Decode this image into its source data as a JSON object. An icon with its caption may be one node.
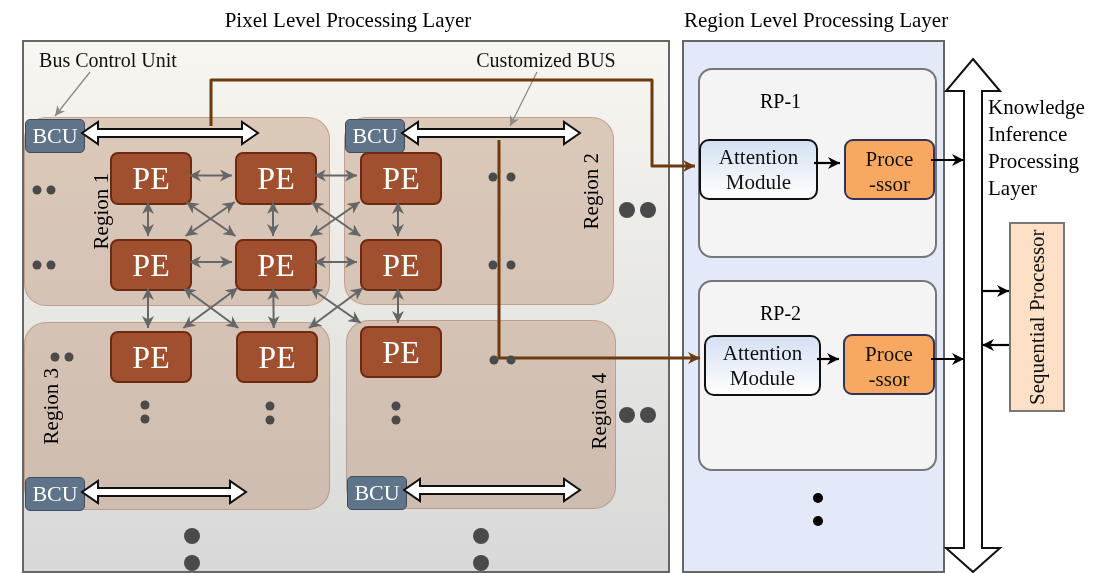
{
  "diagram": {
    "nodes": [
      {
        "text": [
          "Pixel Level Processing Layer"
        ]
      },
      {
        "text": [
          "Region 1"
        ],
        "in": 0
      },
      {
        "text": [
          "BCU"
        ],
        "in": 1
      },
      {
        "text": [
          "PE"
        ],
        "in": 1
      },
      {
        "text": [
          "PE"
        ],
        "in": 1
      },
      {
        "text": [
          "PE"
        ],
        "in": 1
      },
      {
        "text": [
          "PE"
        ],
        "in": 1
      },
      {
        "text": [
          "Region 2"
        ],
        "in": 0
      },
      {
        "text": [
          "BCU"
        ],
        "in": 7
      },
      {
        "text": [
          "PE"
        ],
        "in": 7
      },
      {
        "text": [
          "PE"
        ],
        "in": 7
      },
      {
        "text": [
          "Region 3"
        ],
        "in": 0
      },
      {
        "text": [
          "PE"
        ],
        "in": 11
      },
      {
        "text": [
          "PE"
        ],
        "in": 11
      },
      {
        "text": [
          "BCU"
        ],
        "in": 11
      },
      {
        "text": [
          "Region 4"
        ],
        "in": 0
      },
      {
        "text": [
          "PE"
        ],
        "in": 15
      },
      {
        "text": [
          "BCU"
        ],
        "in": 15
      },
      {
        "text": [
          "Region Level Processing Layer"
        ]
      },
      {
        "text": [
          "RP-1"
        ],
        "in": 18
      },
      {
        "text": [
          "Attention Module"
        ],
        "in": 19
      },
      {
        "text": [
          "Proce -ssor"
        ],
        "in": 19
      },
      {
        "text": [
          "RP-2"
        ],
        "in": 18
      },
      {
        "text": [
          "Attention Module"
        ],
        "in": 22
      },
      {
        "text": [
          "Proce -ssor"
        ],
        "in": 22
      },
      {
        "text": [
          "Knowledge Inference Processing Layer"
        ]
      },
      {
        "text": [
          "Sequential Processor"
        ]
      },
      {
        "text": [
          "Bus Control Unit"
        ],
        "in": 0
      },
      {
        "text": [
          "Customized BUS"
        ],
        "in": 0
      }
    ],
    "edges": [
      {
        "from": 27,
        "to": 2,
        "arrow": "to"
      },
      {
        "from": 28,
        "to": 7,
        "arrow": "to"
      },
      {
        "from": 2,
        "to": null,
        "arrow": "both",
        "style": "thick"
      },
      {
        "from": 8,
        "to": null,
        "arrow": "both",
        "style": "thick"
      },
      {
        "from": 14,
        "to": null,
        "arrow": "both",
        "style": "thick"
      },
      {
        "from": 17,
        "to": null,
        "arrow": "both",
        "style": "thick"
      },
      {
        "from": 3,
        "to": 4,
        "arrow": "both"
      },
      {
        "from": 3,
        "to": 5,
        "arrow": "both"
      },
      {
        "from": 4,
        "to": 6,
        "arrow": "both"
      },
      {
        "from": 5,
        "to": 6,
        "arrow": "both"
      },
      {
        "from": 3,
        "to": 6,
        "arrow": "both"
      },
      {
        "from": 4,
        "to": 5,
        "arrow": "both"
      },
      {
        "from": 4,
        "to": 9,
        "arrow": "both"
      },
      {
        "from": 6,
        "to": 10,
        "arrow": "both"
      },
      {
        "from": 4,
        "to": 10,
        "arrow": "both"
      },
      {
        "from": 6,
        "to": 9,
        "arrow": "both"
      },
      {
        "from": 9,
        "to": 10,
        "arrow": "both"
      },
      {
        "from": 5,
        "to": 12,
        "arrow": "both"
      },
      {
        "from": 6,
        "to": 13,
        "arrow": "both"
      },
      {
        "from": 10,
        "to": 16,
        "arrow": "both"
      },
      {
        "from": 5,
        "to": 13,
        "arrow": "both"
      },
      {
        "from": 6,
        "to": 12,
        "arrow": "both"
      },
      {
        "from": 6,
        "to": 16,
        "arrow": "both"
      },
      {
        "from": 10,
        "to": 13,
        "arrow": "both"
      },
      {
        "from": 1,
        "to": 20,
        "arrow": "to",
        "color": "#6b3a0f"
      },
      {
        "from": 7,
        "to": 23,
        "arrow": "to",
        "color": "#6b3a0f"
      },
      {
        "from": 20,
        "to": 21,
        "arrow": "to",
        "color": "#000000"
      },
      {
        "from": 21,
        "to": 25,
        "arrow": "to",
        "color": "#000000"
      },
      {
        "from": 23,
        "to": 24,
        "arrow": "to",
        "color": "#000000"
      },
      {
        "from": 24,
        "to": 25,
        "arrow": "to",
        "color": "#000000"
      },
      {
        "from": 25,
        "to": 26,
        "arrow": "to",
        "color": "#000000"
      },
      {
        "from": 26,
        "to": 25,
        "arrow": "to",
        "color": "#000000"
      }
    ]
  }
}
